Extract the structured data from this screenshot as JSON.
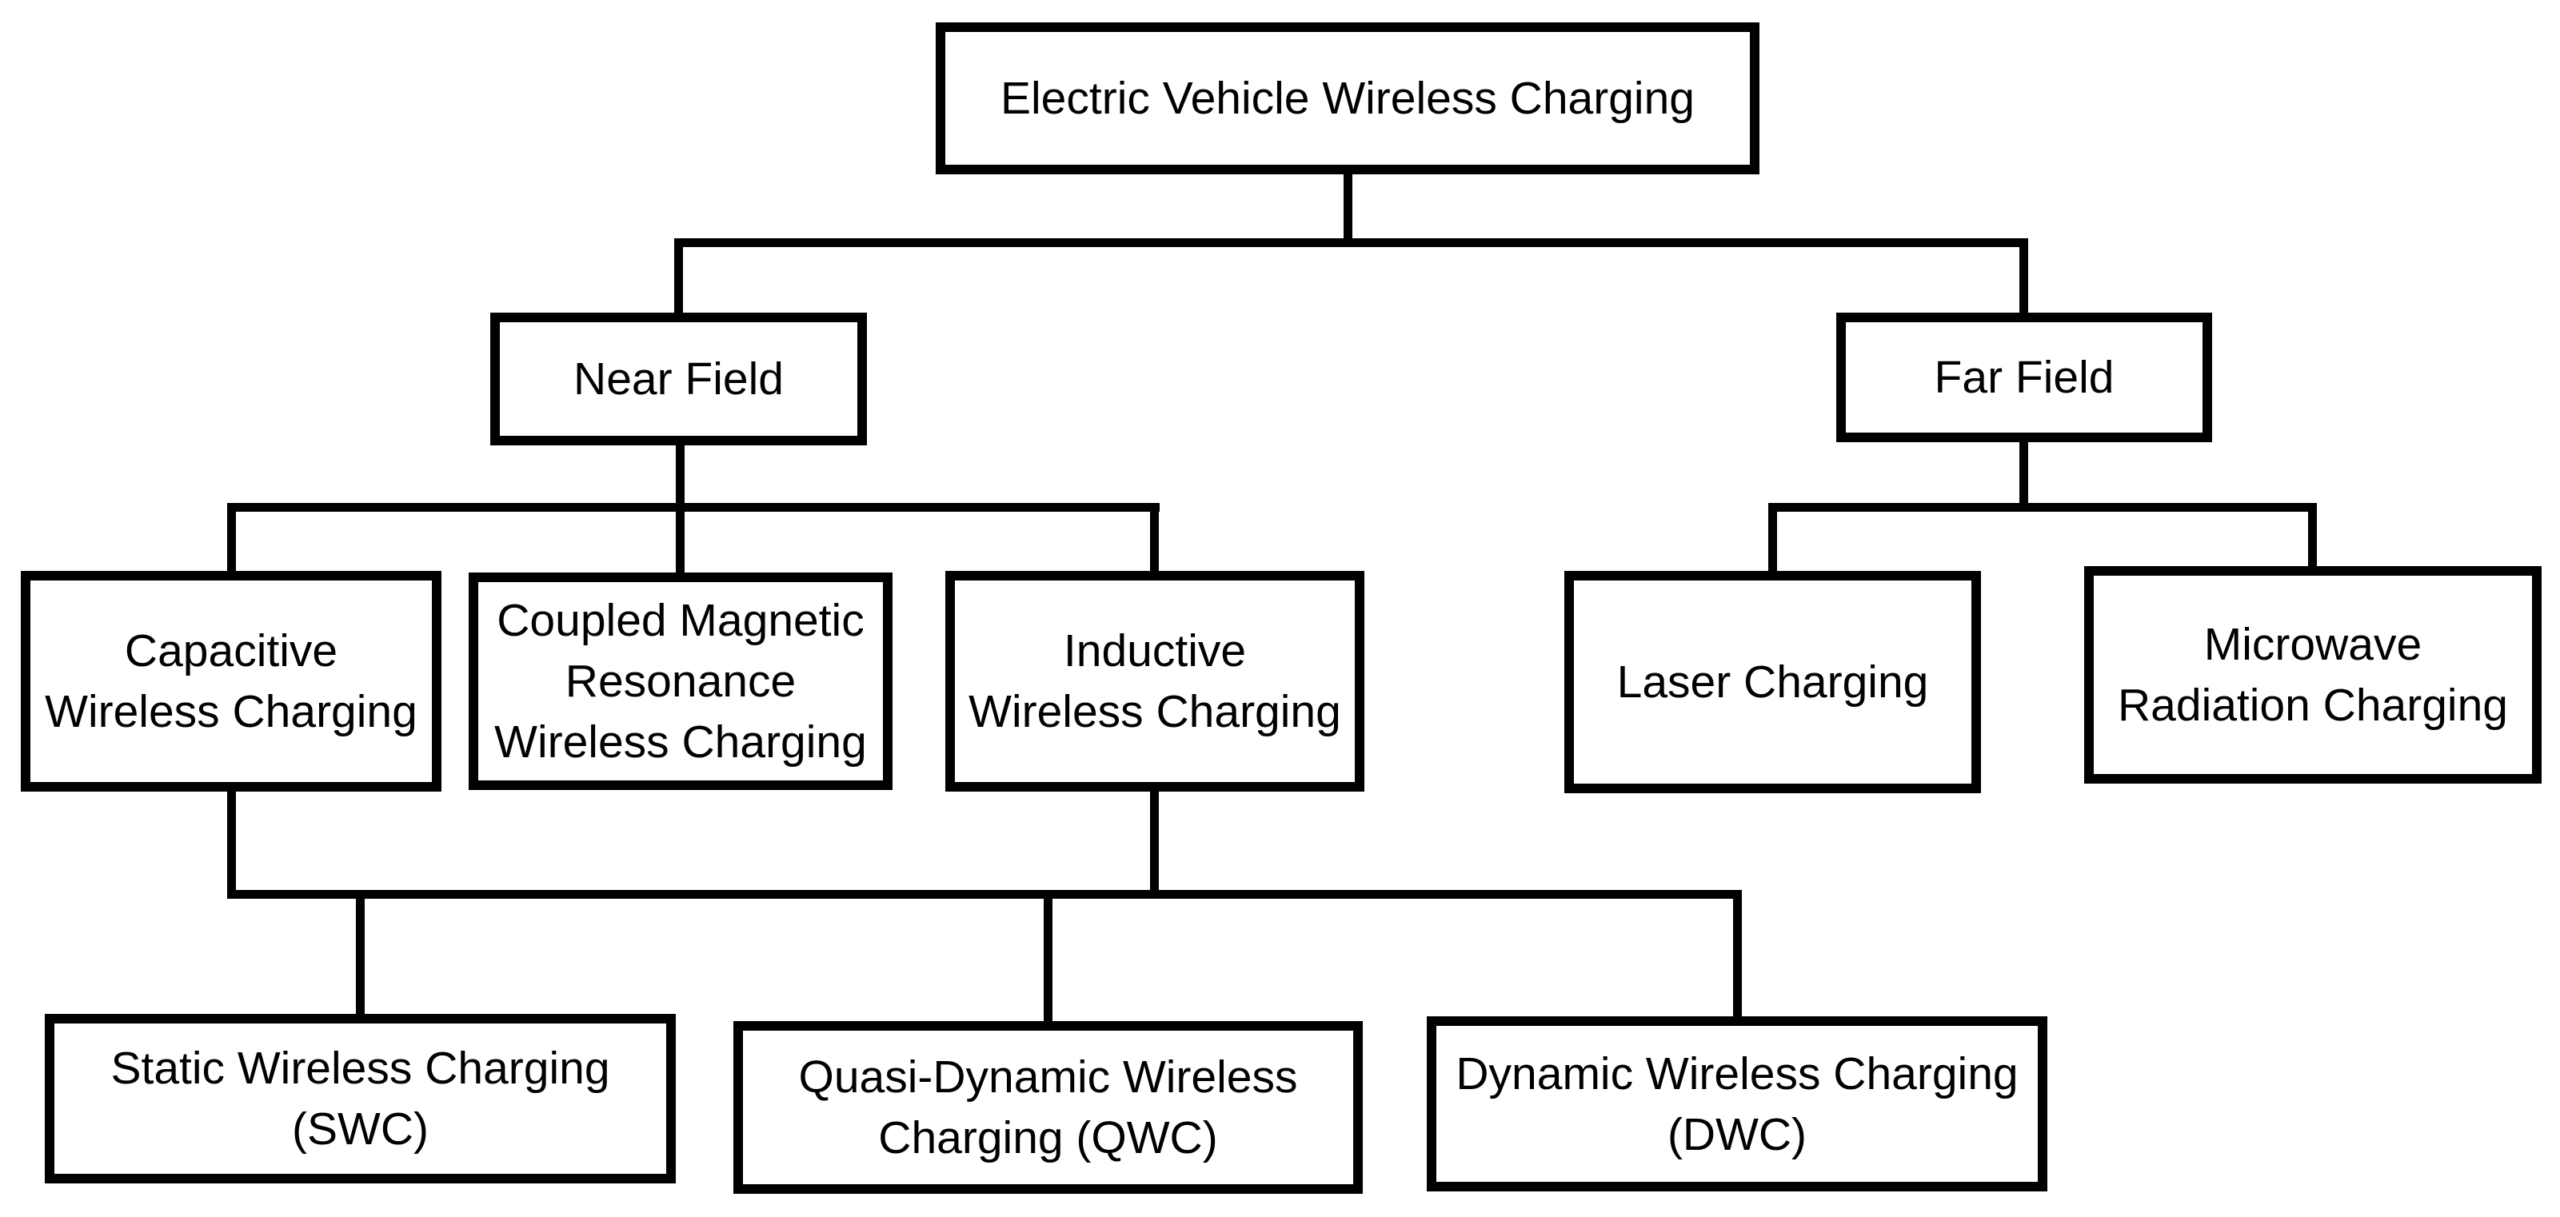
{
  "diagram": {
    "title": "Electric Vehicle Wireless Charging taxonomy",
    "colors": {
      "background": "#ffffff",
      "box_fill": "#ffffff",
      "box_border": "#000000",
      "line": "#000000",
      "text": "#000000"
    },
    "nodes": {
      "root": {
        "label": "Electric Vehicle Wireless Charging"
      },
      "near_field": {
        "label": "Near Field"
      },
      "far_field": {
        "label": "Far Field"
      },
      "capacitive": {
        "label": [
          "Capacitive",
          "Wireless Charging"
        ]
      },
      "coupled": {
        "label": [
          "Coupled Magnetic",
          "Resonance",
          "Wireless Charging"
        ]
      },
      "inductive": {
        "label": [
          "Inductive",
          "Wireless Charging"
        ]
      },
      "laser": {
        "label": "Laser Charging"
      },
      "microwave": {
        "label": [
          "Microwave",
          "Radiation Charging"
        ]
      },
      "swc": {
        "label": [
          "Static Wireless Charging",
          "(SWC)"
        ]
      },
      "qwc": {
        "label": [
          "Quasi-Dynamic Wireless",
          "Charging (QWC)"
        ]
      },
      "dwc": {
        "label": [
          "Dynamic Wireless Charging",
          "(DWC)"
        ]
      }
    },
    "hierarchy": [
      {
        "parents": [
          "Electric Vehicle Wireless Charging"
        ],
        "children": [
          "Near Field",
          "Far Field"
        ]
      },
      {
        "parents": [
          "Near Field"
        ],
        "children": [
          "Capacitive Wireless Charging",
          "Coupled Magnetic Resonance Wireless Charging",
          "Inductive Wireless Charging"
        ]
      },
      {
        "parents": [
          "Far Field"
        ],
        "children": [
          "Laser Charging",
          "Microwave Radiation Charging"
        ]
      },
      {
        "parents": [
          "Capacitive Wireless Charging",
          "Inductive Wireless Charging"
        ],
        "children": [
          "Static Wireless Charging (SWC)",
          "Quasi-Dynamic Wireless Charging (QWC)",
          "Dynamic Wireless Charging (DWC)"
        ]
      }
    ]
  }
}
